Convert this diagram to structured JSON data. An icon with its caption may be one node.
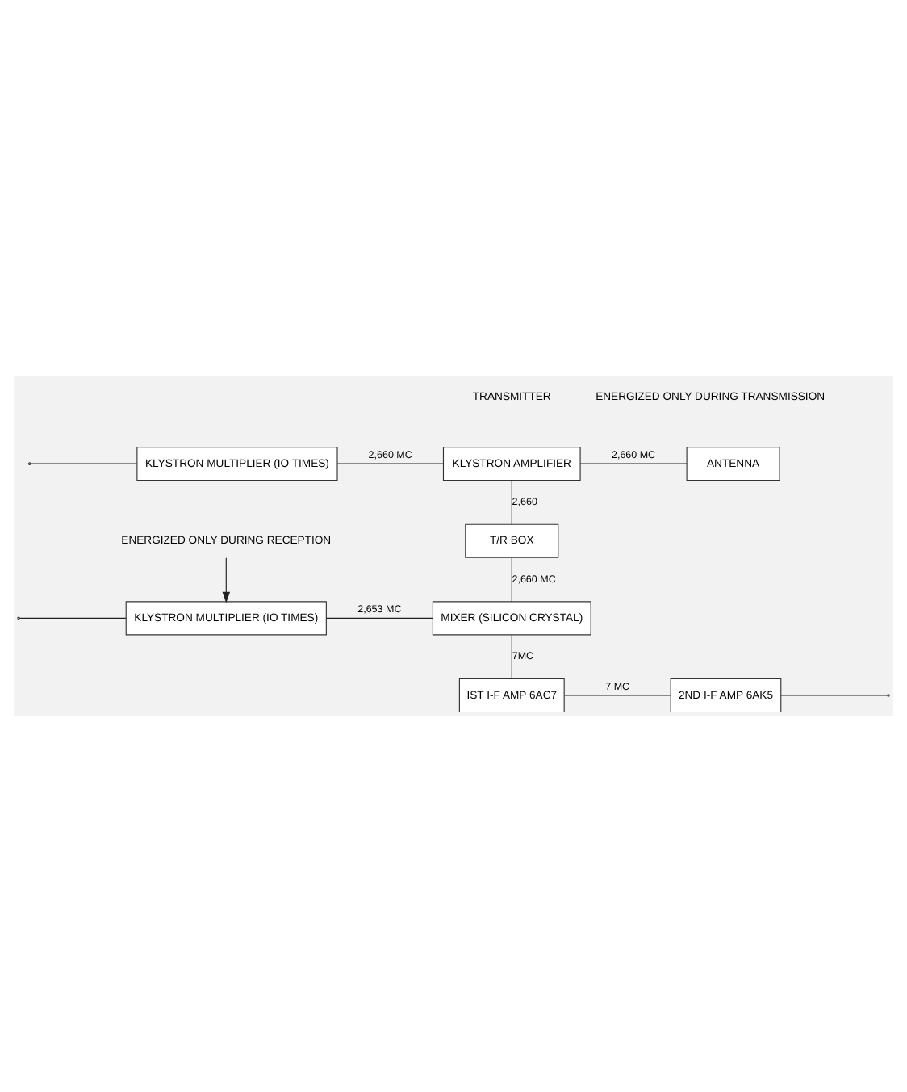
{
  "diagram": {
    "nodes": [
      {
        "text": [
          "KLYSTRON MULTIPLIER (IO TIMES)"
        ]
      },
      {
        "text": [
          "KLYSTRON AMPLIFIER"
        ]
      },
      {
        "text": [
          "ANTENNA"
        ]
      },
      {
        "text": [
          "T/R BOX"
        ]
      },
      {
        "text": [
          "ENERGIZED ONLY DURING RECEPTION"
        ]
      },
      {
        "text": [
          "KLYSTRON MULTIPLIER (IO TIMES)"
        ]
      },
      {
        "text": [
          "MIXER (SILICON CRYSTAL)"
        ]
      },
      {
        "text": [
          "2ND I-F AMP 6AK5"
        ]
      },
      {
        "text": [
          "IST I-F AMP 6AC7"
        ]
      }
    ],
    "edges": [
      {
        "from": null,
        "to": 0,
        "arrow": "none"
      },
      {
        "from": 0,
        "to": 1,
        "arrow": "none",
        "label": "2,660 MC"
      },
      {
        "from": 1,
        "to": 2,
        "arrow": "none",
        "label": "2,660 MC"
      },
      {
        "from": 1,
        "to": 3,
        "arrow": "none",
        "label": "2,660"
      },
      {
        "from": 3,
        "to": 6,
        "arrow": "none",
        "label": "2,660 MC"
      },
      {
        "from": 4,
        "to": 5,
        "arrow": "to"
      },
      {
        "from": null,
        "to": 5,
        "arrow": "none"
      },
      {
        "from": 5,
        "to": 6,
        "arrow": "none",
        "label": "2,653 MC"
      },
      {
        "from": 6,
        "to": 8,
        "arrow": "none",
        "label": "7MC"
      },
      {
        "from": 8,
        "to": 7,
        "arrow": "none",
        "label": "7 MC"
      },
      {
        "from": 7,
        "to": null,
        "arrow": "none"
      }
    ],
    "labels": [
      "TRANSMITTER",
      "ENERGIZED ONLY DURING TRANSMISSION"
    ]
  }
}
